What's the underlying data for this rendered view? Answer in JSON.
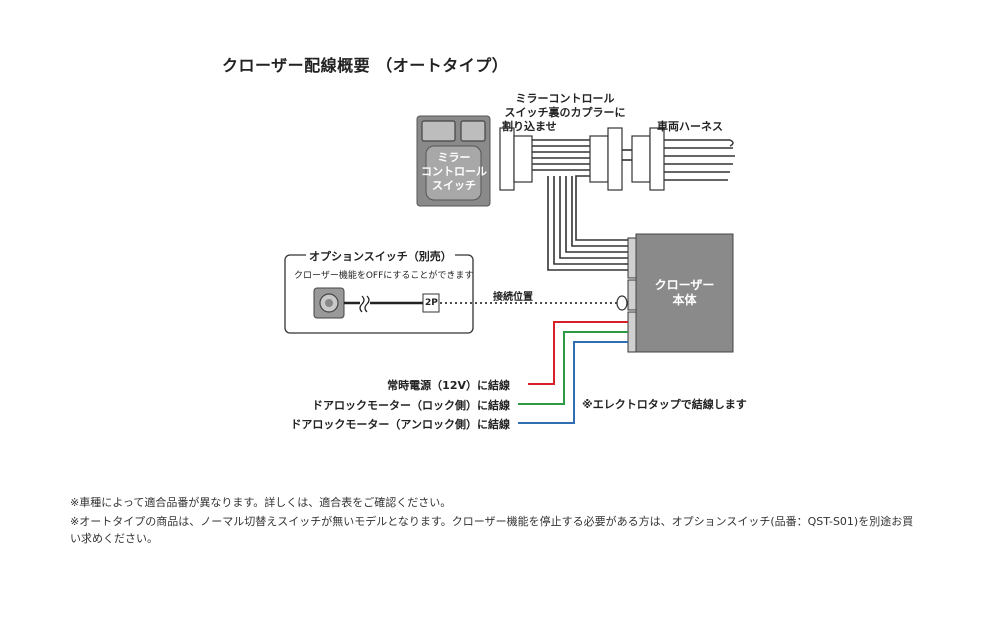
{
  "title": "クローザー配線概要 （オートタイプ）",
  "mirror_switch": {
    "line1": "ミラー",
    "line2": "コントロール",
    "line3": "スイッチ"
  },
  "coupler_label": {
    "line1": "ミラーコントロール",
    "line2": "スイッチ裏のカプラーに",
    "line3": "割り込ませ"
  },
  "harness_label": "車両ハーネス",
  "closer_unit": {
    "line1": "クローザー",
    "line2": "本体"
  },
  "option_switch": {
    "title": "オプションスイッチ（別売）",
    "description": "クローザー機能をOFFにすることができます",
    "connector": "2P"
  },
  "connection_label": "接続位置",
  "wires": [
    {
      "label": "常時電源（12V）に結線",
      "color": "#d6202a"
    },
    {
      "label": "ドアロックモーター（ロック側）に結線",
      "color": "#2e9a44"
    },
    {
      "label": "ドアロックモーター（アンロック側）に結線",
      "color": "#2f6eb0"
    }
  ],
  "electro_tap_note": "※エレクトロタップで結線します",
  "notes": [
    "※車種によって適合品番が異なります。詳しくは、適合表をご確認ください。",
    "※オートタイプの商品は、ノーマル切替えスイッチが無いモデルとなります。クローザー機能を停止する必要がある方は、オプションスイッチ(品番：QST-S01)を別途お買",
    "い求めください。"
  ]
}
